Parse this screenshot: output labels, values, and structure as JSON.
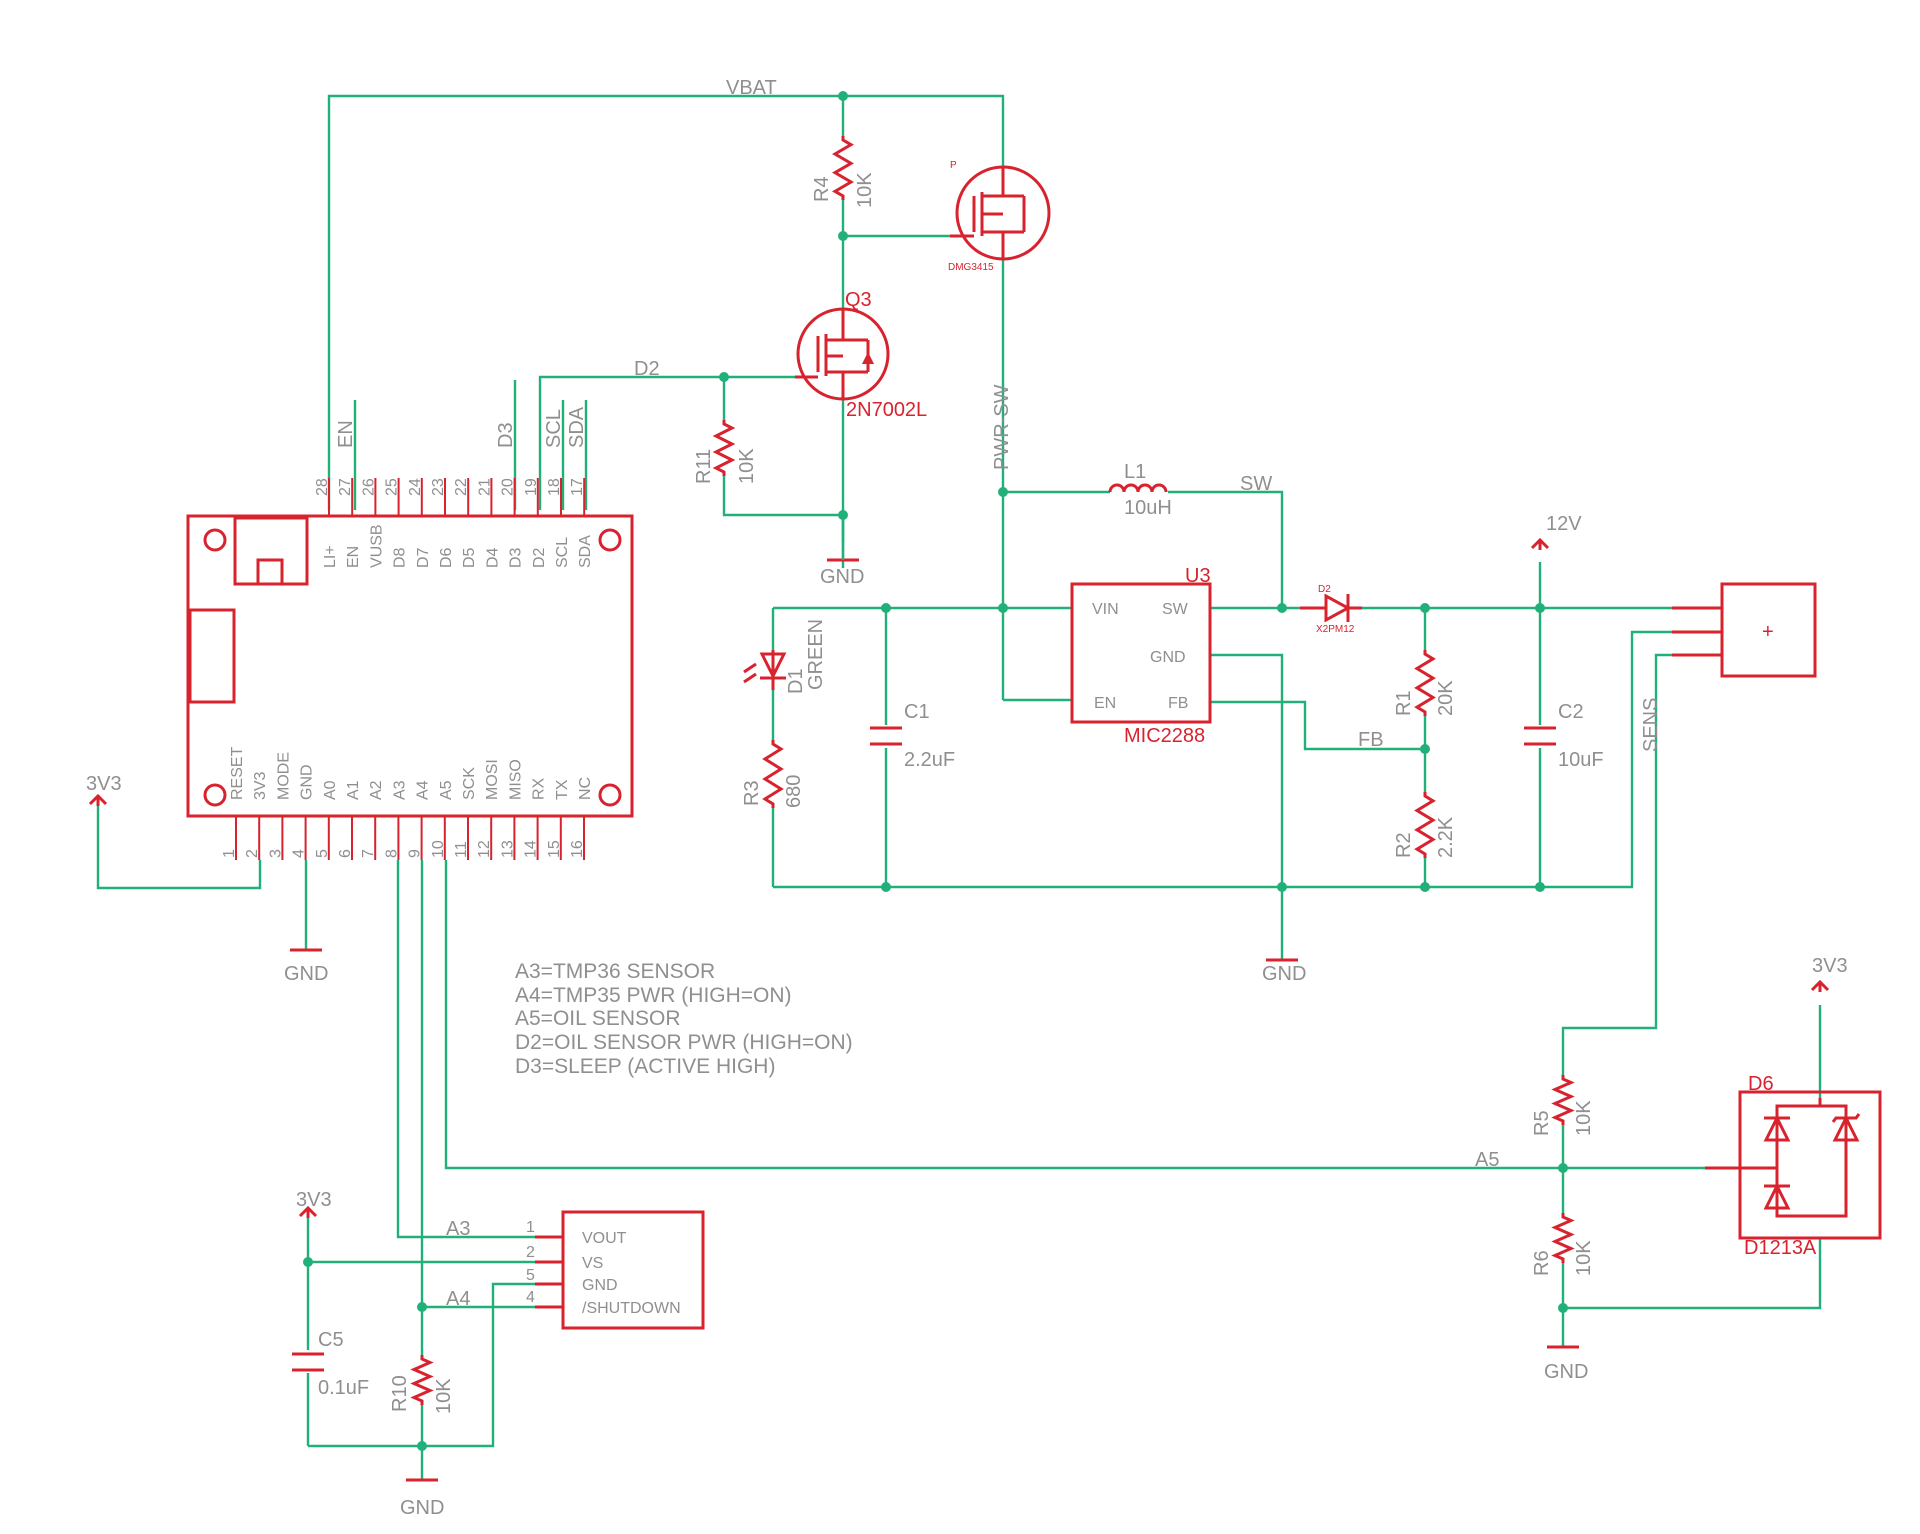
{
  "nets": {
    "vbat": "VBAT",
    "d2": "D2",
    "pwr_sw": "PWR-SW",
    "sw": "SW",
    "fb": "FB",
    "sens": "SENS",
    "a3": "A3",
    "a4": "A4",
    "a5": "A5",
    "gnd": "GND",
    "v3v3": "3V3",
    "v12": "12V"
  },
  "mcu": {
    "top_pin_numbers": [
      "28",
      "27",
      "26",
      "25",
      "24",
      "23",
      "22",
      "21",
      "20",
      "19",
      "18",
      "17"
    ],
    "top_pin_labels": [
      "LI+",
      "EN",
      "VUSB",
      "D8",
      "D7",
      "D6",
      "D5",
      "D4",
      "D3",
      "D2",
      "SCL",
      "SDA"
    ],
    "top_net_labels": {
      "en": "EN",
      "d3": "D3",
      "scl": "SCL",
      "sda": "SDA"
    },
    "bottom_pin_numbers": [
      "1",
      "2",
      "3",
      "4",
      "5",
      "6",
      "7",
      "8",
      "9",
      "10",
      "11",
      "12",
      "13",
      "14",
      "15",
      "16"
    ],
    "bottom_pin_labels": [
      "RESET",
      "3V3",
      "MODE",
      "GND",
      "A0",
      "A1",
      "A2",
      "A3",
      "A4",
      "A5",
      "SCK",
      "MOSI",
      "MISO",
      "RX",
      "TX",
      "NC"
    ]
  },
  "components": {
    "r4": {
      "name": "R4",
      "value": "10K"
    },
    "r11": {
      "name": "R11",
      "value": "10K"
    },
    "r1": {
      "name": "R1",
      "value": "20K"
    },
    "r2": {
      "name": "R2",
      "value": "2.2K"
    },
    "r3": {
      "name": "R3",
      "value": "680"
    },
    "r5": {
      "name": "R5",
      "value": "10K"
    },
    "r6": {
      "name": "R6",
      "value": "10K"
    },
    "r10": {
      "name": "R10",
      "value": "10K"
    },
    "q3": {
      "name": "Q3",
      "value": "2N7002L"
    },
    "q_top": {
      "label": "P",
      "value": "DMG3415"
    },
    "l1": {
      "name": "L1",
      "value": "10uH"
    },
    "u3": {
      "name": "U3",
      "value": "MIC2288",
      "pins": {
        "vin": "VIN",
        "sw": "SW",
        "gnd": "GND",
        "en": "EN",
        "fb": "FB"
      }
    },
    "d2": {
      "name": "D2",
      "value": "X2PM12"
    },
    "d1": {
      "name": "D1",
      "value": "GREEN"
    },
    "c1": {
      "name": "C1",
      "value": "2.2uF"
    },
    "c2": {
      "name": "C2",
      "value": "10uF"
    },
    "c5": {
      "name": "C5",
      "value": "0.1uF"
    },
    "d6": {
      "name": "D6",
      "value": "D1213A"
    },
    "connector": {
      "pin_mark": "+"
    },
    "tmp": {
      "pin_numbers": [
        "1",
        "2",
        "5",
        "4"
      ],
      "pin_labels": [
        "VOUT",
        "VS",
        "GND",
        "/SHUTDOWN"
      ]
    }
  },
  "notes": [
    "A3=TMP36 SENSOR",
    "A4=TMP35 PWR (HIGH=ON)",
    "A5=OIL SENSOR",
    "D2=OIL SENSOR PWR (HIGH=ON)",
    "D3=SLEEP (ACTIVE HIGH)"
  ],
  "colors": {
    "wire": "#22b07a",
    "part": "#d8232e",
    "label": "#8f8f8f"
  }
}
